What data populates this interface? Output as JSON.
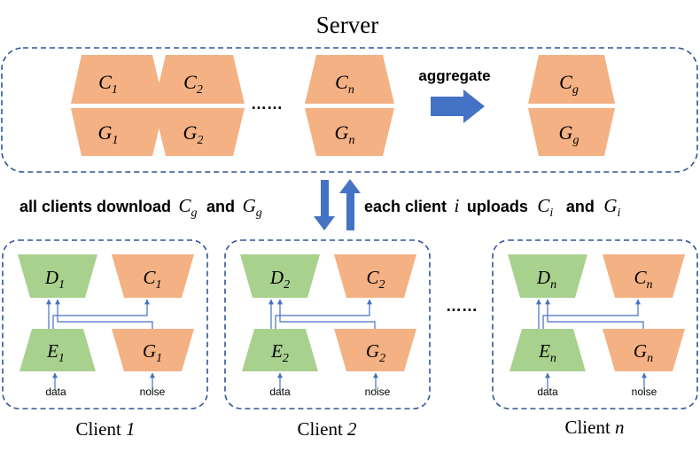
{
  "colors": {
    "orange": "#F4B183",
    "green": "#A9D18E",
    "blue_arrow": "#4472C4",
    "border_dash": "#2F5597",
    "line_blue": "#4472C4",
    "text": "#000000"
  },
  "server": {
    "title": "Server",
    "models": [
      {
        "c": "C",
        "c_sub": "1",
        "g": "G",
        "g_sub": "1"
      },
      {
        "c": "C",
        "c_sub": "2",
        "g": "G",
        "g_sub": "2"
      },
      {
        "c": "C",
        "c_sub": "n",
        "g": "G",
        "g_sub": "n"
      }
    ],
    "ellipsis": "……",
    "aggregate_label": "aggregate",
    "global_model": {
      "c": "C",
      "c_sub": "g",
      "g": "G",
      "g_sub": "g"
    }
  },
  "transfer": {
    "download_prefix": "all clients download",
    "download_c": "C",
    "download_c_sub": "g",
    "download_and": "and",
    "download_g": "G",
    "download_g_sub": "g",
    "upload_prefix": "each client",
    "upload_i": "i",
    "upload_mid": "uploads",
    "upload_c": "C",
    "upload_c_sub": "i",
    "upload_and": "and",
    "upload_g": "G",
    "upload_g_sub": "i"
  },
  "clients": [
    {
      "d": "D",
      "d_sub": "1",
      "c": "C",
      "c_sub": "1",
      "e": "E",
      "e_sub": "1",
      "g": "G",
      "g_sub": "1",
      "data_label": "data",
      "noise_label": "noise",
      "name": "Client",
      "name_index": "1"
    },
    {
      "d": "D",
      "d_sub": "2",
      "c": "C",
      "c_sub": "2",
      "e": "E",
      "e_sub": "2",
      "g": "G",
      "g_sub": "2",
      "data_label": "data",
      "noise_label": "noise",
      "name": "Client",
      "name_index": "2"
    },
    {
      "d": "D",
      "d_sub": "n",
      "c": "C",
      "c_sub": "n",
      "e": "E",
      "e_sub": "n",
      "g": "G",
      "g_sub": "n",
      "data_label": "data",
      "noise_label": "noise",
      "name": "Client",
      "name_index": "n"
    }
  ],
  "clients_ellipsis": "……"
}
